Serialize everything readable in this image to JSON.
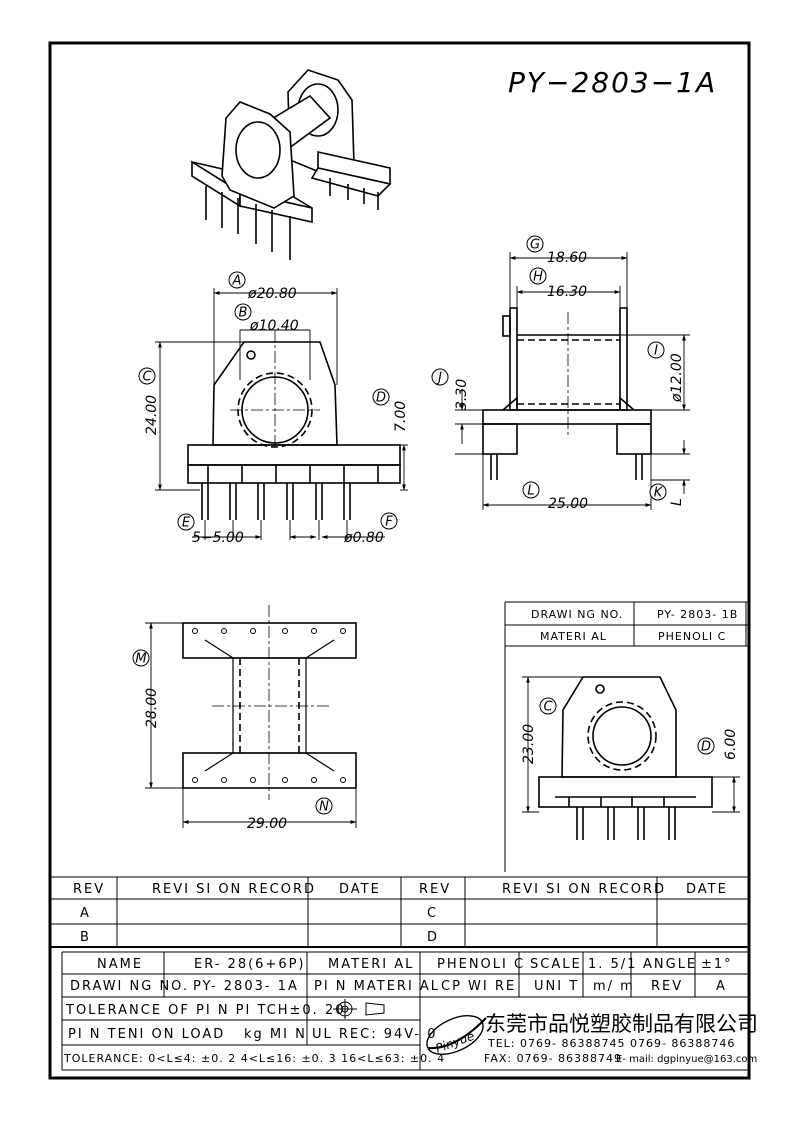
{
  "part_title": "PY−2803−1A",
  "dims": {
    "A": "ø20.80",
    "B": "ø10.40",
    "C": "24.00",
    "D": "7.00",
    "E": "5−5.00",
    "F": "ø0.80",
    "G": "18.60",
    "H": "16.30",
    "I": "ø12.00",
    "J": "3.30",
    "K": "K",
    "L": "25.00",
    "L_side": "L",
    "M": "28.00",
    "N": "29.00",
    "C2": "23.00",
    "D2": "6.00"
  },
  "circle_letters": [
    "A",
    "B",
    "C",
    "D",
    "E",
    "F",
    "G",
    "H",
    "I",
    "J",
    "K",
    "L",
    "M",
    "N",
    "C",
    "D"
  ],
  "variant_box": {
    "drawing_no_label": "DRAWI NG  NO.",
    "drawing_no_value": "PY- 2803- 1B",
    "material_label": "MATERI AL",
    "material_value": "PHENOLI C"
  },
  "revision_table": {
    "headers": [
      "REV",
      "REVI SI ON  RECORD",
      "DATE",
      "REV",
      "REVI SI ON  RECORD",
      "DATE"
    ],
    "rows": [
      [
        "A",
        "",
        "",
        "C",
        "",
        ""
      ],
      [
        "B",
        "",
        "",
        "D",
        "",
        ""
      ]
    ]
  },
  "title_block": {
    "name_label": "NAME",
    "name_value": "ER- 28(6+6P)",
    "material_label": "MATERI AL",
    "material_value": "PHENOLI C",
    "scale_label": "SCALE",
    "scale_value": "1. 5/1",
    "angle_label": "ANGLE",
    "angle_value": "±1°",
    "drawing_no_label": "DRAWI NG  NO.",
    "drawing_no_value": "PY- 2803- 1A",
    "pin_material_label": "PI N  MATERI AL",
    "pin_material_value": "CP  WI RE",
    "unit_label": "UNI T",
    "unit_value": "m/ m",
    "rev_label": "REV",
    "rev_value": "A",
    "tolerance_pitch": "TOLERANCE  OF  PI N  PI TCH±0. 20",
    "pin_tension": "PI N  TENI ON  LOAD",
    "pin_tension_unit": "kg  MI N",
    "ul_rec": "UL  REC: 94V- 0",
    "tolerance_general": "TOLERANCE: 0<L≤4: ±0. 2   4<L≤16: ±0. 3   16<L≤63: ±0. 4",
    "logo_text": "Pinyue",
    "company": "东莞市品悦塑胶制品有限公司",
    "tel": "TEL: 0769- 86388745    0769- 86388746",
    "fax": "FAX: 0769- 86388749",
    "email": "E- mail: dgpinyue@163.com"
  }
}
